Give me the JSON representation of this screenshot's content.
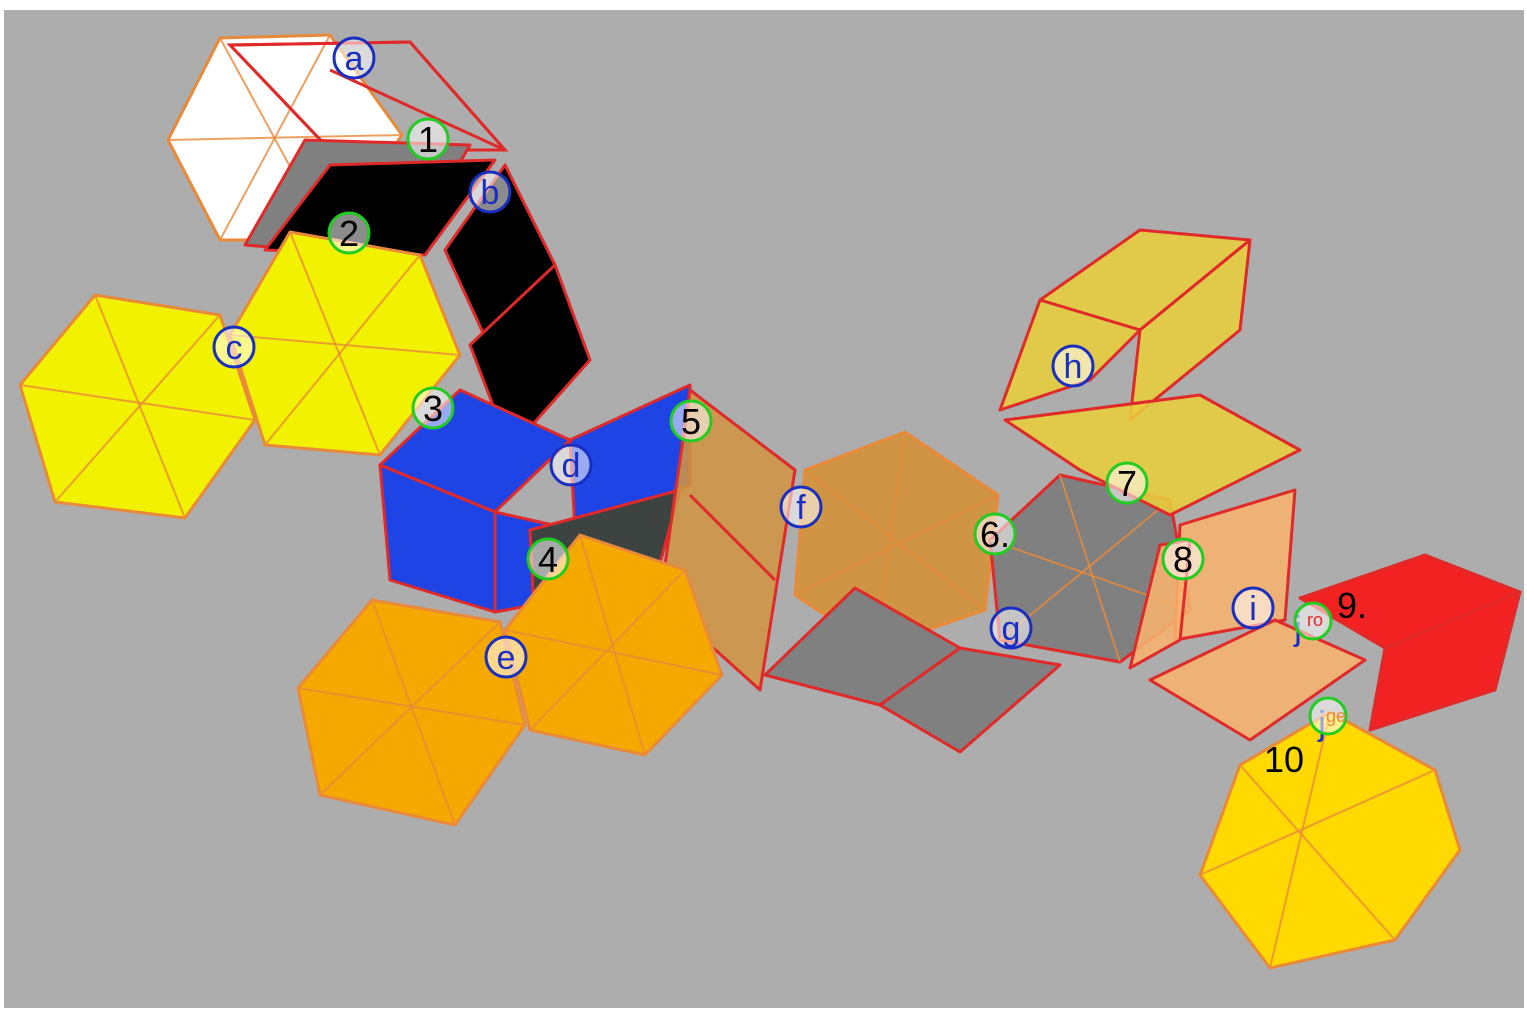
{
  "colors": {
    "background": "#adadad",
    "edge_red": "#e02a2a",
    "edge_orange": "#e88a3a",
    "white_face": "#ffffff",
    "black_face": "#000000",
    "yellow_face": "#f2f200",
    "blue_face": "#1e44e6",
    "tan_face": "#cf9444",
    "orange_face": "#f5a800",
    "gray_face": "#808080",
    "gold_face": "#e8cd3c",
    "peach_face": "#f7b36e",
    "red_face": "#f22222",
    "letter_marker_ring": "#1a2fc0",
    "number_marker_ring": "#22cc22",
    "letter_text": "#1a2fc0",
    "number_text": "#000000"
  },
  "letter_markers": {
    "a": "a",
    "b": "b",
    "c": "c",
    "d": "d",
    "e": "e",
    "f": "f",
    "g": "g",
    "h": "h",
    "i": "i",
    "j1": "j",
    "j2": "j"
  },
  "number_markers": {
    "n1": "1",
    "n2": "2",
    "n3": "3",
    "n4": "4",
    "n5": "5",
    "n6": "6.",
    "n7": "7",
    "n8": "8",
    "n9": "9.",
    "n10": "10"
  },
  "small_labels": {
    "ro": "ro",
    "ge": "ge"
  }
}
